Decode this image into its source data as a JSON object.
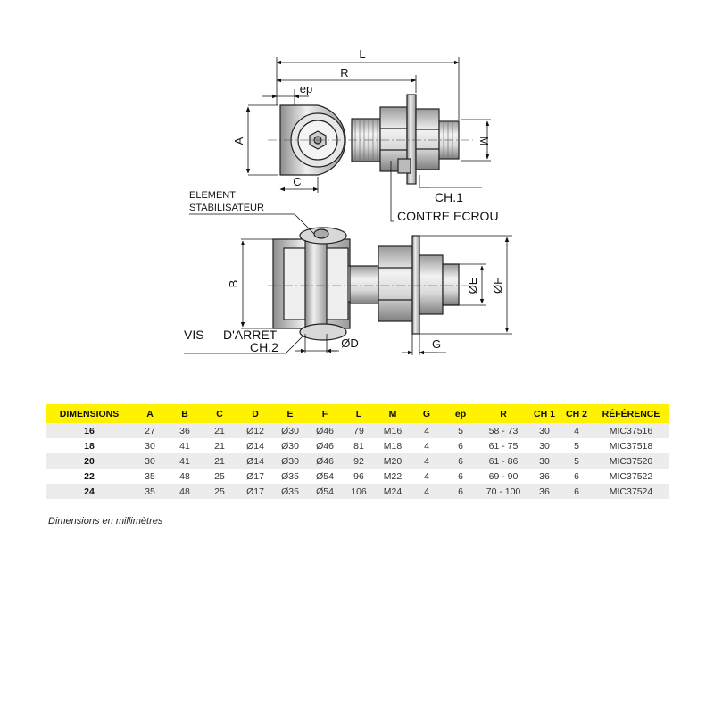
{
  "drawing": {
    "dims": {
      "L": "L",
      "R": "R",
      "ep": "ep",
      "A": "A",
      "C": "C",
      "M": "M",
      "B": "B",
      "E": "ØE",
      "F": "ØF",
      "D": "ØD",
      "G": "G"
    },
    "callouts": {
      "element_line1": "ELEMENT",
      "element_line2": "STABILISATEUR",
      "ch1": "CH.1",
      "contre_ecrou": "CONTRE ECROU",
      "vis": "VIS",
      "darret": "D'ARRET",
      "ch2": "CH.2"
    }
  },
  "table": {
    "headers": [
      "DIMENSIONS",
      "A",
      "B",
      "C",
      "D",
      "E",
      "F",
      "L",
      "M",
      "G",
      "ep",
      "R",
      "CH 1",
      "CH 2",
      "RÉFÉRENCE"
    ],
    "rows": [
      [
        "16",
        "27",
        "36",
        "21",
        "Ø12",
        "Ø30",
        "Ø46",
        "79",
        "M16",
        "4",
        "5",
        "58 - 73",
        "30",
        "4",
        "MIC37516"
      ],
      [
        "18",
        "30",
        "41",
        "21",
        "Ø14",
        "Ø30",
        "Ø46",
        "81",
        "M18",
        "4",
        "6",
        "61 - 75",
        "30",
        "5",
        "MIC37518"
      ],
      [
        "20",
        "30",
        "41",
        "21",
        "Ø14",
        "Ø30",
        "Ø46",
        "92",
        "M20",
        "4",
        "6",
        "61 - 86",
        "30",
        "5",
        "MIC37520"
      ],
      [
        "22",
        "35",
        "48",
        "25",
        "Ø17",
        "Ø35",
        "Ø54",
        "96",
        "M22",
        "4",
        "6",
        "69 - 90",
        "36",
        "6",
        "MIC37522"
      ],
      [
        "24",
        "35",
        "48",
        "25",
        "Ø17",
        "Ø35",
        "Ø54",
        "106",
        "M24",
        "4",
        "6",
        "70 - 100",
        "36",
        "6",
        "MIC37524"
      ]
    ]
  },
  "footnote": "Dimensions en millimètres"
}
